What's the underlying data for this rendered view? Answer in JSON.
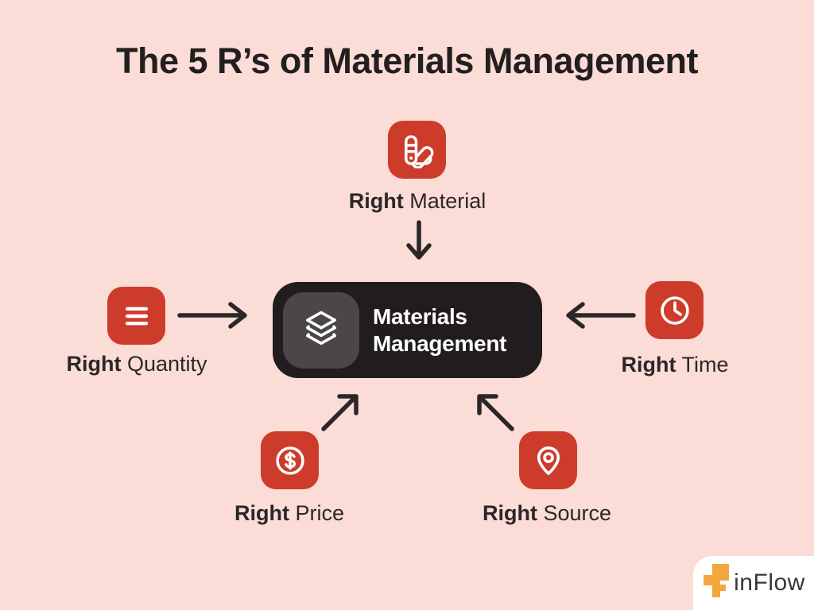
{
  "title": "The 5 R’s of Materials Management",
  "center": {
    "line1": "Materials",
    "line2": "Management",
    "icon": "layers-icon"
  },
  "nodes": {
    "material": {
      "bold": "Right",
      "rest": " Material",
      "icon": "swatches-icon"
    },
    "quantity": {
      "bold": "Right",
      "rest": " Quantity",
      "icon": "list-lines-icon"
    },
    "time": {
      "bold": "Right",
      "rest": " Time",
      "icon": "clock-icon"
    },
    "price": {
      "bold": "Right",
      "rest": " Price",
      "icon": "dollar-sign-icon"
    },
    "source": {
      "bold": "Right",
      "rest": " Source",
      "icon": "location-pin-icon"
    }
  },
  "logo": {
    "brand": "inFlow"
  },
  "colors": {
    "background": "#fbdcd6",
    "accent_red": "#cd3c2b",
    "card_dark": "#211d1e",
    "card_inner_gray": "#4b4647",
    "text_dark": "#2b2728",
    "white": "#ffffff",
    "logo_orange": "#f3a73f",
    "logo_text": "#3a383b"
  }
}
